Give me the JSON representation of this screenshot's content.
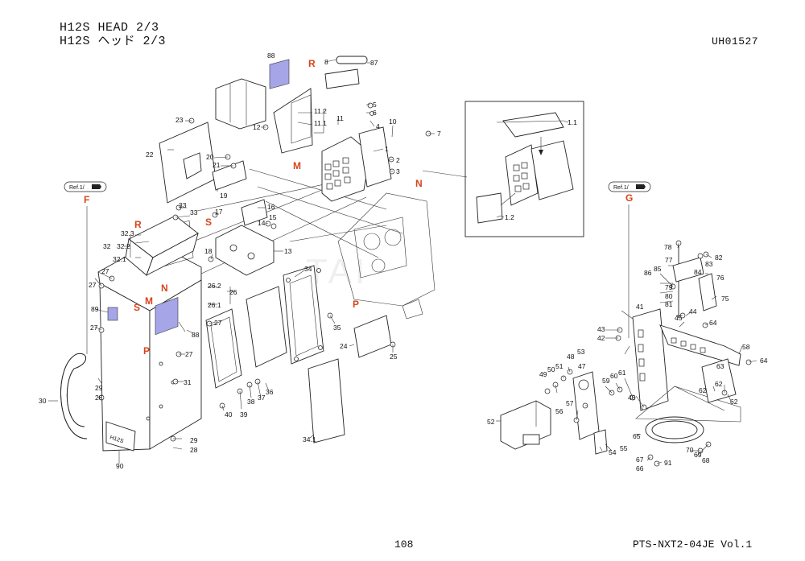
{
  "header": {
    "title_en": "H12S HEAD  2/3",
    "title_jp": "H12S ヘッド  2/3",
    "doc_id": "UH01527"
  },
  "footer": {
    "page_number": "108",
    "doc_ref": "PTS-NXT2-04JE  Vol.1"
  },
  "badges": {
    "left_ref": "Ref.1/",
    "right_ref": "Ref.1/",
    "head_plate_label": "H12S"
  },
  "watermark": "TAI",
  "colors": {
    "marker": "#d8441c",
    "filter_pad": "#a5a5e8"
  },
  "markers": {
    "F": "F",
    "G": "G",
    "R": "R",
    "M": "M",
    "N": "N",
    "S": "S",
    "P": "P"
  },
  "parts": {
    "p1": "1",
    "p1_1": "1.1",
    "p1_2": "1.2",
    "p2": "2",
    "p3": "3",
    "p4": "4",
    "p5": "5",
    "p6": "6",
    "p7": "7",
    "p8": "8",
    "p10": "10",
    "p11": "11",
    "p11_1": "11.1",
    "p11_2": "11.2",
    "p12": "12",
    "p13": "13",
    "p14": "14",
    "p15": "15",
    "p16": "16",
    "p17": "17",
    "p18": "18",
    "p19": "19",
    "p20": "20",
    "p21": "21",
    "p22": "22",
    "p23": "23",
    "p24": "24",
    "p25": "25",
    "p26": "26",
    "p26_1": "26.1",
    "p26_2": "26.2",
    "p27": "27",
    "p28": "28",
    "p29": "29",
    "p30": "30",
    "p31": "31",
    "p32": "32",
    "p32_1": "32.1",
    "p32_2": "32.2",
    "p32_3": "32.3",
    "p33": "33",
    "p34": "34",
    "p34_1": "34.1",
    "p35": "35",
    "p36": "36",
    "p37": "37",
    "p38": "38",
    "p39": "39",
    "p40": "40",
    "p41": "41",
    "p42": "42",
    "p43": "43",
    "p44": "44",
    "p45": "45",
    "p46": "46",
    "p47": "47",
    "p48": "48",
    "p49": "49",
    "p50": "50",
    "p51": "51",
    "p52": "52",
    "p53": "53",
    "p54": "54",
    "p55": "55",
    "p56": "56",
    "p57": "57",
    "p58": "58",
    "p59": "59",
    "p60": "60",
    "p61": "61",
    "p62": "62",
    "p63": "63",
    "p64": "64",
    "p65": "65",
    "p66": "66",
    "p67": "67",
    "p68": "68",
    "p69": "69",
    "p70": "70",
    "p75": "75",
    "p76": "76",
    "p77": "77",
    "p78": "78",
    "p79": "79",
    "p80": "80",
    "p81": "81",
    "p82": "82",
    "p83": "83",
    "p84": "84",
    "p85": "85",
    "p86": "86",
    "p87": "87",
    "p88": "88",
    "p89": "89",
    "p90": "90",
    "p91": "91"
  }
}
